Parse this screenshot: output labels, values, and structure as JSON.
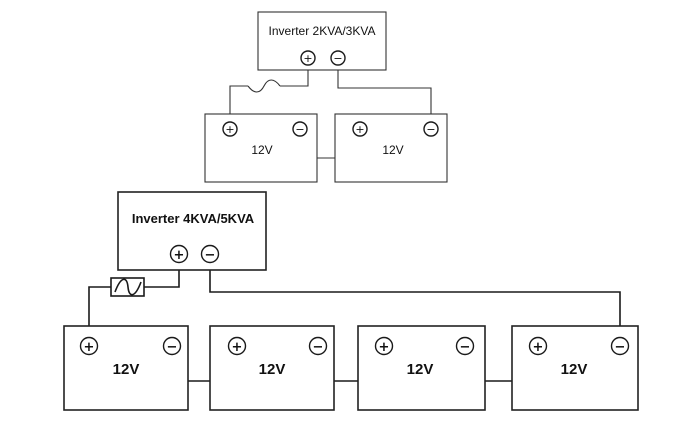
{
  "top_diagram": {
    "inverter_label": "Inverter 2KVA/3KVA",
    "positive_symbol": "+",
    "negative_symbol": "−",
    "batteries": [
      {
        "label": "12V"
      },
      {
        "label": "12V"
      }
    ]
  },
  "bottom_diagram": {
    "inverter_label": "Inverter 4KVA/5KVA",
    "positive_symbol": "+",
    "negative_symbol": "−",
    "batteries": [
      {
        "label": "12V"
      },
      {
        "label": "12V"
      },
      {
        "label": "12V"
      },
      {
        "label": "12V"
      }
    ]
  }
}
